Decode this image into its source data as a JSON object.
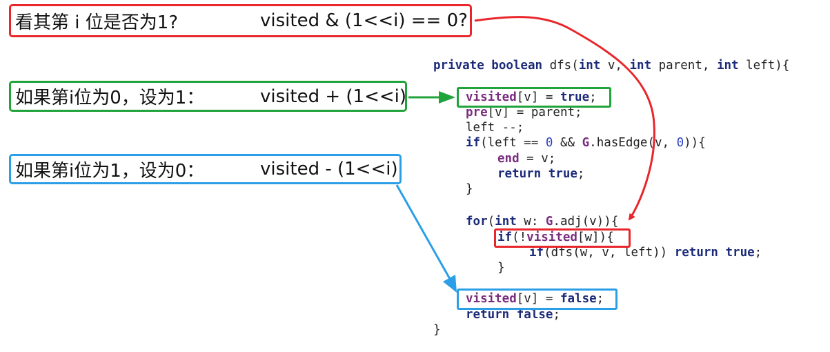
{
  "notes": {
    "check": {
      "desc": "看其第 i 位是否为1?",
      "expr": "visited & (1<<i) == 0?"
    },
    "set1": {
      "desc": "如果第i位为0，设为1：",
      "expr": "visited + (1<<i)"
    },
    "set0": {
      "desc": "如果第i位为1，设为0：",
      "expr": "visited - (1<<i)"
    }
  },
  "code": {
    "l1_a": "private boolean",
    "l1_b": " dfs(",
    "l1_c": "int",
    "l1_d": " v, ",
    "l1_e": "int",
    "l1_f": " parent, ",
    "l1_g": "int",
    "l1_h": " left){",
    "l2_a": "visited",
    "l2_b": "[v] = ",
    "l2_c": "true",
    "l2_d": ";",
    "l3_a": "pre",
    "l3_b": "[v] = parent;",
    "l4": "left --;",
    "l5_a": "if",
    "l5_b": "(left == ",
    "l5_c": "0",
    "l5_d": " && ",
    "l5_e": "G",
    "l5_f": ".hasEdge(v, ",
    "l5_g": "0",
    "l5_h": ")){",
    "l6_a": "end",
    "l6_b": " = v;",
    "l7_a": "return",
    "l7_b": " ",
    "l7_c": "true",
    "l7_d": ";",
    "l8": "}",
    "l9_a": "for",
    "l9_b": "(",
    "l9_c": "int",
    "l9_d": " w: ",
    "l9_e": "G",
    "l9_f": ".adj(v)){",
    "l10_a": "if",
    "l10_b": "(!",
    "l10_c": "visited",
    "l10_d": "[w]){",
    "l11_a": "if",
    "l11_b": "(dfs(w, v, left)) ",
    "l11_c": "return",
    "l11_d": " ",
    "l11_e": "true",
    "l11_f": ";",
    "l12": "}",
    "l13_a": "visited",
    "l13_b": "[v] = ",
    "l13_c": "false",
    "l13_d": ";",
    "l14_a": "return",
    "l14_b": " ",
    "l14_c": "false",
    "l14_d": ";",
    "l15": "}"
  },
  "colors": {
    "red": "#e8262b",
    "green": "#1fa33a",
    "blue": "#2a9ee6",
    "keyword": "#1c2b7a",
    "field": "#7a2c7f"
  }
}
